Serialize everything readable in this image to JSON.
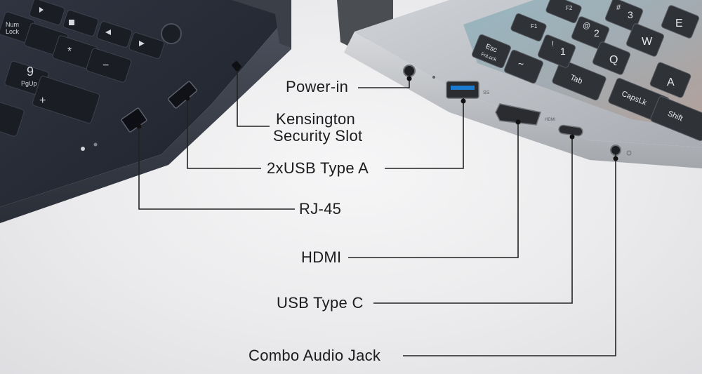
{
  "labels": {
    "power_in": "Power-in",
    "kensington_line1": "Kensington",
    "kensington_line2": "Security Slot",
    "usb_a": "2xUSB Type A",
    "rj45": "RJ-45",
    "hdmi": "HDMI",
    "usb_c": "USB Type C",
    "audio": "Combo Audio Jack"
  },
  "keys": {
    "esc": "Esc",
    "fnlock": "FnLock",
    "tab": "Tab",
    "capslk": "CapsLk",
    "shift": "Shift",
    "q": "Q",
    "w": "W",
    "e": "E",
    "a": "A",
    "num": "Num",
    "lock": "Lock",
    "nine": "9",
    "pgup": "PgUp",
    "plus": "+",
    "minus": "−",
    "star": "*",
    "f1": "F1",
    "f2": "F2",
    "one": "1",
    "two": "2",
    "three": "3",
    "hash": "#",
    "at": "@",
    "excl": "!",
    "tilde": "~"
  },
  "port_markings": {
    "hdmi_text": "HDMI",
    "ss_text": "SS"
  },
  "colors": {
    "dark_laptop": "#2b2f3a",
    "dark_laptop_edge": "#3a3f4b",
    "silver_laptop": "#b9bcc1",
    "keyboard_deck": "#9aa7ad",
    "leader_line": "#222222"
  }
}
